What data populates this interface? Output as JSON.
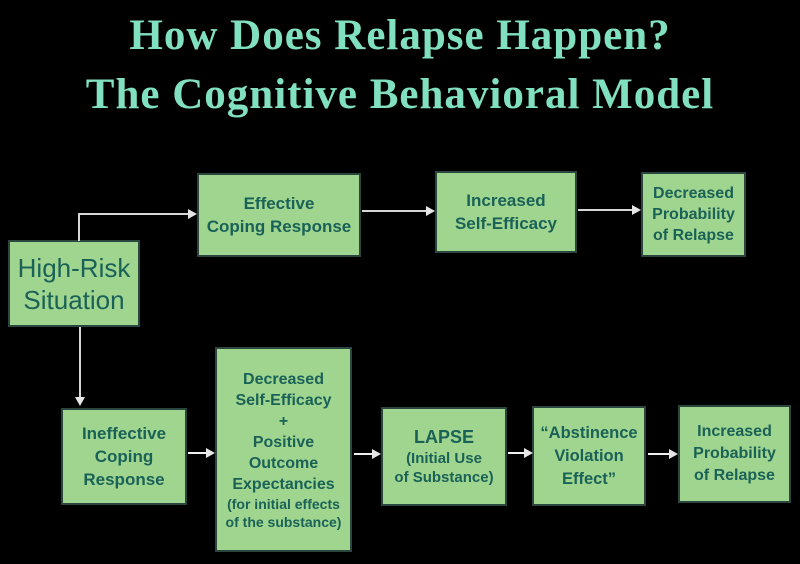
{
  "title": {
    "line1": "How Does Relapse Happen?",
    "line2": "The Cognitive Behavioral Model"
  },
  "boxes": [
    {
      "name": "high-risk-situation",
      "lines": [
        "High-Risk",
        "Situation"
      ]
    },
    {
      "name": "effective-coping-response",
      "lines": [
        "Effective",
        "Coping Response"
      ]
    },
    {
      "name": "increased-self-efficacy",
      "lines": [
        "Increased",
        "Self-Efficacy"
      ]
    },
    {
      "name": "decreased-probability-of-relapse",
      "lines": [
        "Decreased",
        "Probability",
        "of Relapse"
      ]
    },
    {
      "name": "ineffective-coping-response",
      "lines": [
        "Ineffective",
        "Coping",
        "Response"
      ]
    },
    {
      "name": "decreased-self-efficacy-plus-expectancies",
      "lines": [
        "Decreased",
        "Self-Efficacy",
        "+",
        "Positive",
        "Outcome",
        "Expectancies"
      ],
      "sublines": [
        "(for initial effects",
        "of the substance)"
      ]
    },
    {
      "name": "lapse",
      "lines": [
        "LAPSE"
      ],
      "sublines": [
        "(Initial Use",
        "of Substance)"
      ]
    },
    {
      "name": "abstinence-violation-effect",
      "lines": [
        "“Abstinence",
        "Violation",
        "Effect”"
      ]
    },
    {
      "name": "increased-probability-of-relapse",
      "lines": [
        "Increased",
        "Probability",
        "of Relapse"
      ]
    }
  ],
  "colors": {
    "background": "#000000",
    "box_fill": "#a0d58f",
    "box_border": "#2b463f",
    "box_text": "#1a6257",
    "title_text": "#80e0c0",
    "arrow": "#e2e2e2"
  }
}
